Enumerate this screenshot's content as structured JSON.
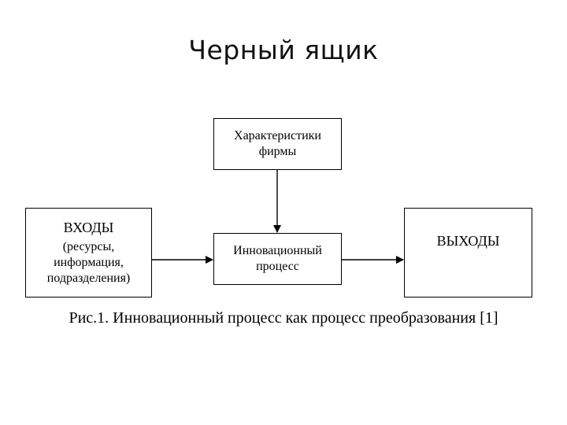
{
  "title": "Черный ящик",
  "diagram": {
    "characteristics_box": {
      "line1": "Характеристики",
      "line2": "фирмы"
    },
    "inputs_box": {
      "title": "ВХОДЫ",
      "line1": "(ресурсы,",
      "line2": "информация,",
      "line3": "подразделения)"
    },
    "process_box": {
      "line1": "Инновационный",
      "line2": "процесс"
    },
    "outputs_box": {
      "title": "ВЫХОДЫ"
    }
  },
  "caption": "Рис.1. Инновационный процесс как процесс преобразования [1]"
}
